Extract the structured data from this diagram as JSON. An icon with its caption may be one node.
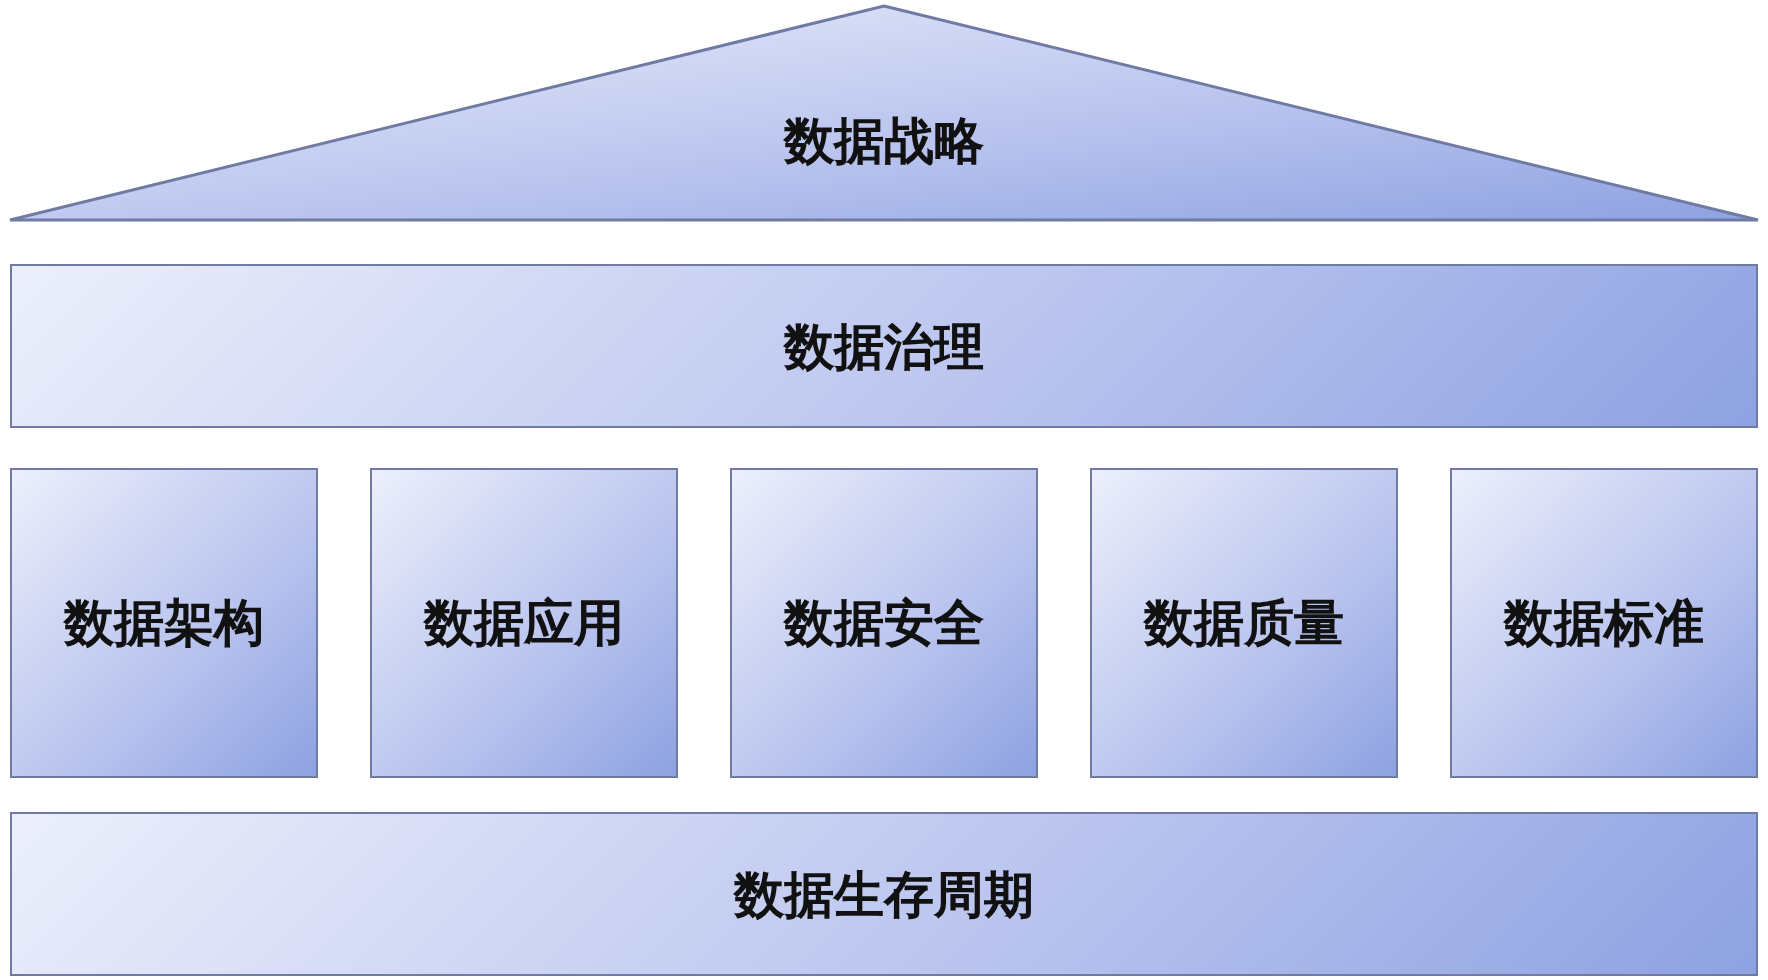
{
  "diagram": {
    "nodes": [
      {
        "text": [
          "数据战略"
        ]
      },
      {
        "text": [
          "数据治理"
        ]
      },
      {
        "text": [
          "数据架构"
        ]
      },
      {
        "text": [
          "数据应用"
        ]
      },
      {
        "text": [
          "数据安全"
        ]
      },
      {
        "text": [
          "数据质量"
        ]
      },
      {
        "text": [
          "数据标准"
        ]
      },
      {
        "text": [
          "数据生存周期"
        ]
      }
    ]
  }
}
